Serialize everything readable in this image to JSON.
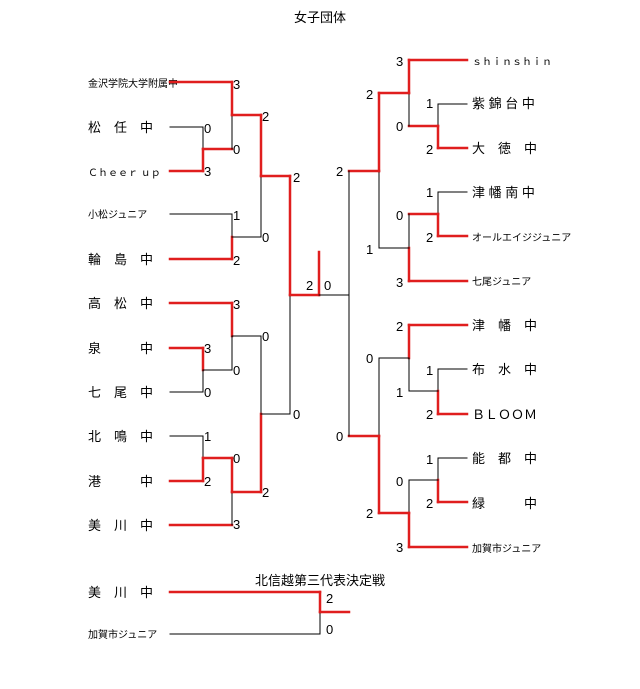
{
  "title": "女子団体",
  "left": {
    "teams": [
      "金沢学院大学附属中",
      "松　任　中",
      "Ｃｈｅｅｒ ｕｐ",
      "小松ジュニア",
      "輪　島　中",
      "高　松　中",
      "泉　　　中",
      "七　尾　中",
      "北　鳴　中",
      "港　　　中",
      "美　川　中"
    ],
    "scores": [
      "3",
      "0",
      "0",
      "3",
      "2",
      "1",
      "0",
      "2",
      "3",
      "3",
      "0",
      "0",
      "0",
      "1",
      "0",
      "2",
      "2",
      "3",
      "2",
      "0",
      "2"
    ]
  },
  "right": {
    "teams": [
      "ｓｈｉｎｓｈｉｎ",
      "紫 錦 台 中",
      "大　徳　中",
      "津 幡 南 中",
      "オールエイジジュニア",
      "七尾ジュニア",
      "津　幡　中",
      "布　水　中",
      "ＢＬＯＯＭ",
      "能　都　中",
      "緑　　　中",
      "加賀市ジュニア"
    ],
    "scores": [
      "3",
      "1",
      "0",
      "2",
      "2",
      "1",
      "0",
      "2",
      "1",
      "3",
      "2",
      "2",
      "1",
      "0",
      "1",
      "2",
      "1",
      "0",
      "2",
      "3",
      "2",
      "0",
      "0"
    ]
  },
  "final": {
    "left_score": "2",
    "right_score": "0"
  },
  "playoff": {
    "title": "北信越第三代表決定戦",
    "teams": [
      "美　川　中",
      "加賀市ジュニア"
    ],
    "scores": [
      "2",
      "0"
    ]
  },
  "colors": {
    "winner": "#e01e1e",
    "line": "#000000"
  }
}
